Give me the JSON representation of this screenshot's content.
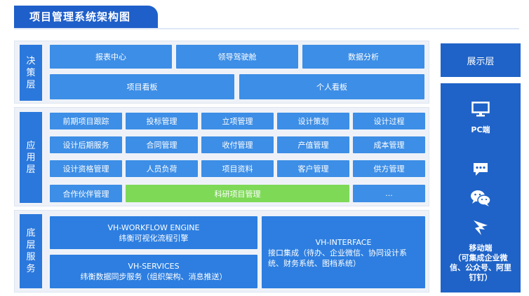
{
  "title": "项目管理系统架构图",
  "layers": {
    "decision": "决\n策\n层",
    "application": "应\n用\n层",
    "base": "底\n层\n服\n务"
  },
  "decision": {
    "row1": [
      "报表中心",
      "领导驾驶舱",
      "数据分析"
    ],
    "row2": [
      "项目看板",
      "个人看板"
    ]
  },
  "application": {
    "row1": [
      "前期项目跟踪",
      "投标管理",
      "立项管理",
      "设计策划",
      "设计过程"
    ],
    "row2": [
      "设计后期服务",
      "合同管理",
      "收付管理",
      "产值管理",
      "成本管理"
    ],
    "row3": [
      "设计资格管理",
      "人员负荷",
      "项目资料",
      "客户管理",
      "供方管理"
    ],
    "row4": [
      "合作伙伴管理",
      "科研项目管理",
      "..."
    ]
  },
  "base": {
    "workflow_title": "VH-WORKFLOW ENGINE",
    "workflow_desc": "纬衡可视化流程引擎",
    "services_title": "VH-SERVICES",
    "services_desc": "纬衡数据同步服务（组织架构、消息推送）",
    "interface_title": "VH-INTERFACE",
    "interface_desc": "接口集成（待办、企业微信、协同设计系统、财务系统、图档系统）"
  },
  "display": {
    "header": "展示层",
    "pc_label": "PC端",
    "mobile_label": "移动端",
    "mobile_desc": "（可集成企业微信、公众号、阿里钉钉）",
    "icons": [
      "monitor-icon",
      "chat-bubble-icon",
      "wechat-icon",
      "dingtalk-icon"
    ]
  },
  "colors": {
    "title_bg": "#1f5fc9",
    "box": "#3d8ee6",
    "highlight": "#7ed957",
    "right_panel": "#1f63c8"
  }
}
